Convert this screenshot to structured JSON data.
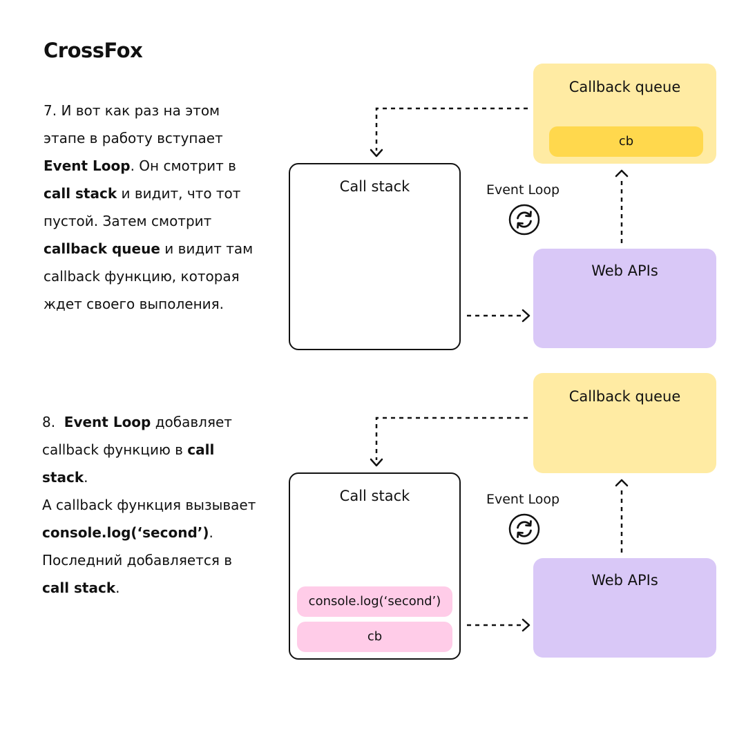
{
  "brand": "CrossFox",
  "colors": {
    "queue": "#ffeba3",
    "queue_item": "#ffd84d",
    "webapis": "#d9c8f7",
    "stack_item": "#ffcce8",
    "stroke": "#111111"
  },
  "panels": [
    {
      "description": [
        {
          "text": "7. И вот как раз на этом",
          "bold": false
        },
        {
          "text": "этапе в работу вступает",
          "bold": false
        },
        {
          "text": "Event Loop",
          "bold": true
        },
        {
          "text": ". Он смотрит в",
          "bold": false
        },
        {
          "text": "call stack",
          "bold": true
        },
        {
          "text": " и видит, что тот",
          "bold": false
        },
        {
          "text": "пустой. Затем смотрит",
          "bold": false
        },
        {
          "text": "callback queue",
          "bold": true
        },
        {
          "text": " и видит там",
          "bold": false
        },
        {
          "text": "callback функцию, которая",
          "bold": false
        },
        {
          "text": "ждет своего выполения.",
          "bold": false
        }
      ],
      "call_stack_title": "Call stack",
      "call_stack_items": [],
      "callback_queue_title": "Callback queue",
      "callback_queue_items": [
        "cb"
      ],
      "web_apis_title": "Web APIs",
      "event_loop_label": "Event Loop",
      "event_loop_icon": "refresh-icon"
    },
    {
      "description": [
        {
          "text": "8.  ",
          "bold": false
        },
        {
          "text": "Event Loop",
          "bold": true
        },
        {
          "text": " добавляет",
          "bold": false
        },
        {
          "text": "callback функцию в ",
          "bold": false
        },
        {
          "text": "call",
          "bold": true
        },
        {
          "text": "stack",
          "bold": true
        },
        {
          "text": ".",
          "bold": false
        },
        {
          "text": "А callback функция вызывает",
          "bold": false
        },
        {
          "text": "console.log(‘second’)",
          "bold": true
        },
        {
          "text": ".",
          "bold": false
        },
        {
          "text": "Последний добавляется в",
          "bold": false
        },
        {
          "text": "call stack",
          "bold": true
        },
        {
          "text": ".",
          "bold": false
        }
      ],
      "call_stack_title": "Call stack",
      "call_stack_items": [
        "console.log(‘second’)",
        "cb"
      ],
      "callback_queue_title": "Callback queue",
      "callback_queue_items": [],
      "web_apis_title": "Web APIs",
      "event_loop_label": "Event Loop",
      "event_loop_icon": "refresh-icon"
    }
  ]
}
